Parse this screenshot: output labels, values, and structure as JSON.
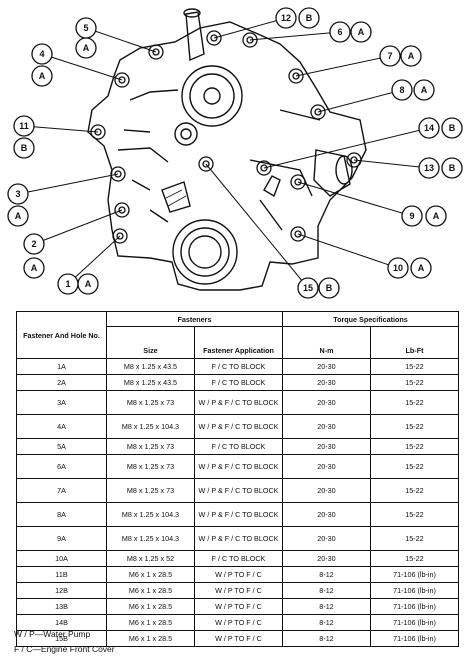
{
  "callouts": [
    {
      "n": "1",
      "l": "A"
    },
    {
      "n": "2",
      "l": "A"
    },
    {
      "n": "3",
      "l": "A"
    },
    {
      "n": "4",
      "l": "A"
    },
    {
      "n": "5",
      "l": "A"
    },
    {
      "n": "6",
      "l": "A"
    },
    {
      "n": "7",
      "l": "A"
    },
    {
      "n": "8",
      "l": "A"
    },
    {
      "n": "9",
      "l": "A"
    },
    {
      "n": "10",
      "l": "A"
    },
    {
      "n": "11",
      "l": "B"
    },
    {
      "n": "12",
      "l": "B"
    },
    {
      "n": "13",
      "l": "B"
    },
    {
      "n": "14",
      "l": "B"
    },
    {
      "n": "15",
      "l": "B"
    }
  ],
  "table": {
    "group_fasteners": "Fasteners",
    "group_torque": "Torque Specifications",
    "col_hole": "Fastener And Hole No.",
    "col_size": "Size",
    "col_application": "Fastener Application",
    "col_nm": "N-m",
    "col_lbft": "Lb-Ft",
    "rows": [
      {
        "hole": "1A",
        "size": "M8 x 1.25 x 43.5",
        "app": "F / C TO BLOCK",
        "nm": "20-30",
        "lbft": "15-22"
      },
      {
        "hole": "2A",
        "size": "M8 x 1.25 x 43.5",
        "app": "F / C TO BLOCK",
        "nm": "20-30",
        "lbft": "15-22"
      },
      {
        "hole": "3A",
        "size": "M8 x 1.25 x 73",
        "app": "W / P & F / C TO BLOCK",
        "nm": "20-30",
        "lbft": "15-22"
      },
      {
        "hole": "4A",
        "size": "M8 x 1.25 x 104.3",
        "app": "W / P & F / C TO BLOCK",
        "nm": "20-30",
        "lbft": "15-22"
      },
      {
        "hole": "5A",
        "size": "M8 x 1.25 x 73",
        "app": "F / C TO BLOCK",
        "nm": "20-30",
        "lbft": "15-22"
      },
      {
        "hole": "6A",
        "size": "M8 x 1.25 x 73",
        "app": "W / P & F / C TO BLOCK",
        "nm": "20-30",
        "lbft": "15-22"
      },
      {
        "hole": "7A",
        "size": "M8 x 1.25 x 73",
        "app": "W / P & F / C TO BLOCK",
        "nm": "20-30",
        "lbft": "15-22"
      },
      {
        "hole": "8A",
        "size": "M8 x 1.25 x 104.3",
        "app": "W / P & F / C TO BLOCK",
        "nm": "20-30",
        "lbft": "15-22"
      },
      {
        "hole": "9A",
        "size": "M8 x 1.25 x 104.3",
        "app": "W / P & F / C TO BLOCK",
        "nm": "20-30",
        "lbft": "15-22"
      },
      {
        "hole": "10A",
        "size": "M8 x 1.25 x 52",
        "app": "F / C TO BLOCK",
        "nm": "20-30",
        "lbft": "15-22"
      },
      {
        "hole": "11B",
        "size": "M6 x 1 x 28.5",
        "app": "W / P TO F / C",
        "nm": "8-12",
        "lbft": "71-106 (lb-in)"
      },
      {
        "hole": "12B",
        "size": "M6 x 1 x 28.5",
        "app": "W / P TO F / C",
        "nm": "8-12",
        "lbft": "71-106 (lb-in)"
      },
      {
        "hole": "13B",
        "size": "M6 x 1 x 28.5",
        "app": "W / P TO F / C",
        "nm": "8-12",
        "lbft": "71-106 (lb-in)"
      },
      {
        "hole": "14B",
        "size": "M6 x 1 x 28.5",
        "app": "W / P TO F / C",
        "nm": "8-12",
        "lbft": "71-106 (lb-in)"
      },
      {
        "hole": "15B",
        "size": "M6 x 1 x 28.5",
        "app": "W / P TO F / C",
        "nm": "8-12",
        "lbft": "71-106 (lb-in)"
      }
    ]
  },
  "legend": {
    "wp": "W / P—Water Pump",
    "fc": "F / C—Engine Front Cover"
  }
}
